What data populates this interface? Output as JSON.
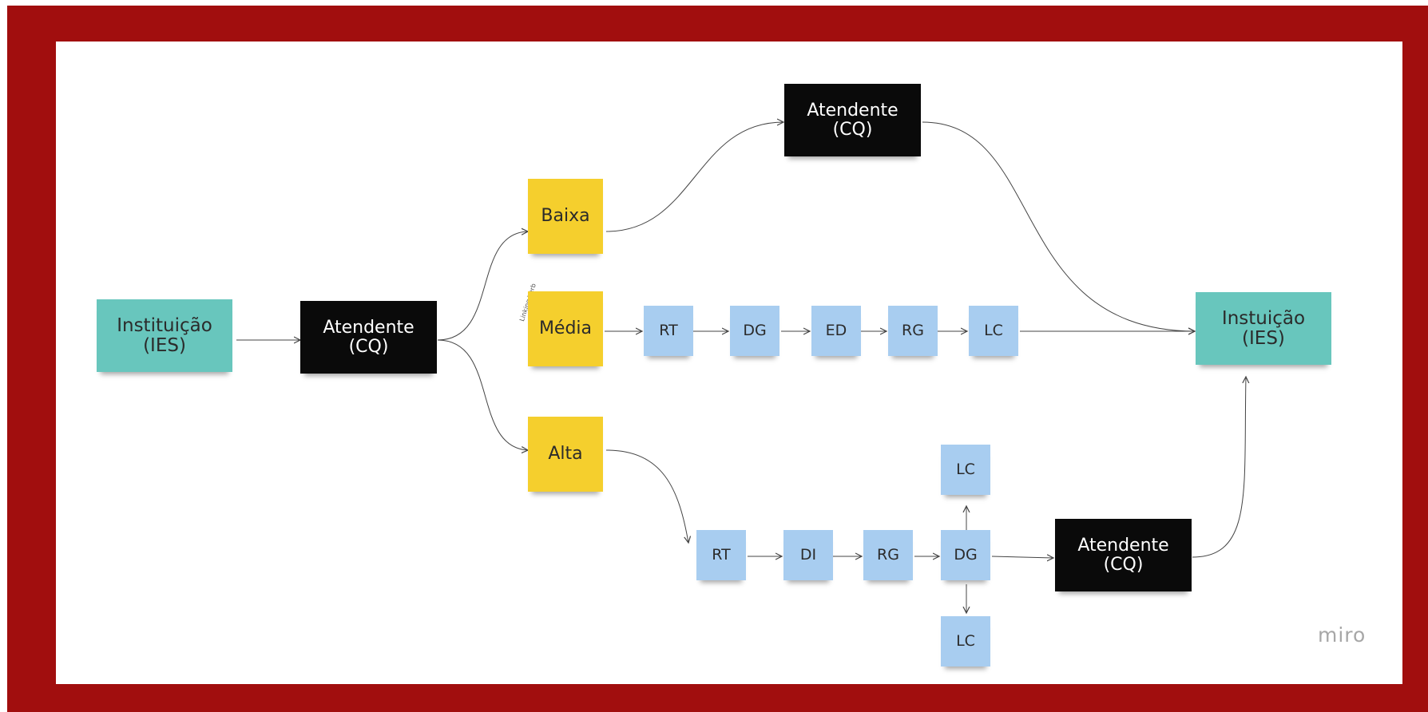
{
  "diagram": {
    "nodes": {
      "instituicao_left": "Instituição\n(IES)",
      "atendente_start": "Atendente\n(CQ)",
      "atendente_top": "Atendente\n(CQ)",
      "atendente_bottom": "Atendente\n(CQ)",
      "instuicao_right": "Instuição\n(IES)",
      "baixa": "Baixa",
      "media": "Média",
      "alta": "Alta",
      "media_rt": "RT",
      "media_dg": "DG",
      "media_ed": "ED",
      "media_rg": "RG",
      "media_lc": "LC",
      "alta_rt": "RT",
      "alta_di": "DI",
      "alta_rg": "RG",
      "alta_dg": "DG",
      "alta_lc_top": "LC",
      "alta_lc_bottom": "LC"
    },
    "edge_label": "Linking Verb"
  },
  "colors": {
    "frame": "#a10e0e",
    "board": "#ffffff",
    "teal": "#68c6bd",
    "black": "#0a0a0a",
    "yellow": "#f5cf2d",
    "blue": "#a8cdf0",
    "connector": "#444444"
  },
  "logo": {
    "text": "miro"
  }
}
